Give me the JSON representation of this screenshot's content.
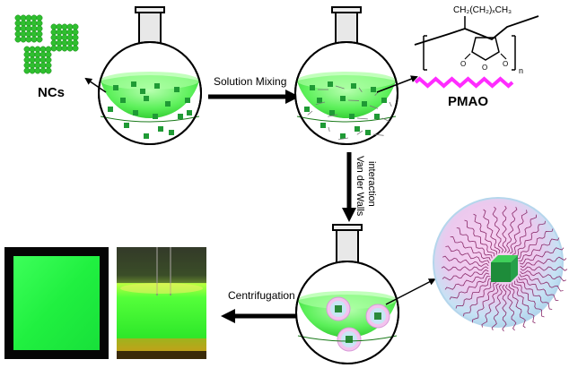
{
  "labels": {
    "ncs": "NCs",
    "solution_mixing": "Solution Mixing",
    "pmao": "PMAO",
    "polymer_formula": "CH₂(CH₂)ₓCH₃",
    "polymer_n": "n",
    "vdw_line1": "Van der Walls",
    "vdw_line2": "interaction",
    "centrifugation": "Centrifugation"
  },
  "colors": {
    "nc_green": "#2fbf2f",
    "solution_green": "#58f058",
    "pmao_magenta": "#ff2cff",
    "sphere_blue": "#c8e6f4",
    "sphere_pink": "#f7c6ef",
    "film_green": "#22ff44"
  },
  "icons": [
    "nanocrystal-cluster-icon",
    "flask-icon",
    "pmao-structure-icon",
    "micelle-sphere-icon",
    "film-photo",
    "vial-photo"
  ]
}
